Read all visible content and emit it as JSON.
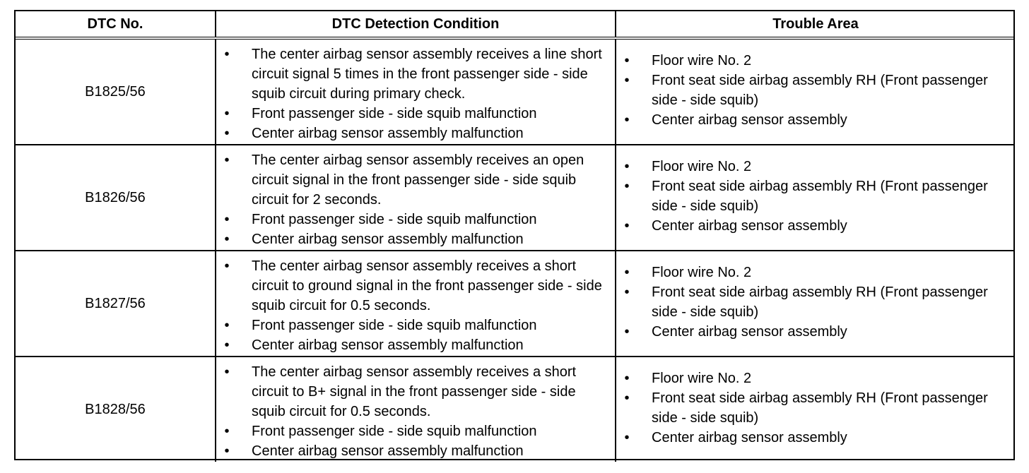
{
  "headers": {
    "dtc_no": "DTC No.",
    "condition": "DTC Detection Condition",
    "trouble_area": "Trouble Area"
  },
  "rows": [
    {
      "code": "B1825/56",
      "conditions": [
        "The center airbag sensor assembly receives a line short circuit signal 5 times in the front passenger side - side squib circuit during primary check.",
        "Front passenger side - side squib malfunction",
        "Center airbag sensor assembly malfunction"
      ],
      "areas": [
        "Floor wire No. 2",
        "Front seat side airbag assembly RH (Front passenger side - side squib)",
        "Center airbag sensor assembly"
      ]
    },
    {
      "code": "B1826/56",
      "conditions": [
        "The center airbag sensor assembly receives an open circuit signal in the front passenger side - side squib circuit for 2 seconds.",
        "Front passenger side - side squib malfunction",
        "Center airbag sensor assembly malfunction"
      ],
      "areas": [
        "Floor wire No. 2",
        "Front seat side airbag assembly RH (Front passenger side - side squib)",
        "Center airbag sensor assembly"
      ]
    },
    {
      "code": "B1827/56",
      "conditions": [
        "The center airbag sensor assembly receives a short circuit to ground signal in the front passenger side - side squib circuit for 0.5 seconds.",
        "Front passenger side - side squib malfunction",
        "Center airbag sensor assembly malfunction"
      ],
      "areas": [
        "Floor wire No. 2",
        "Front seat side airbag assembly RH (Front passenger side - side squib)",
        "Center airbag sensor assembly"
      ]
    },
    {
      "code": "B1828/56",
      "conditions": [
        "The center airbag sensor assembly receives a short circuit to B+ signal in the front passenger side - side squib circuit for 0.5 seconds.",
        "Front passenger side - side squib malfunction",
        "Center airbag sensor assembly malfunction"
      ],
      "areas": [
        "Floor wire No. 2",
        "Front seat side airbag assembly RH (Front passenger side - side squib)",
        "Center airbag sensor assembly"
      ]
    }
  ],
  "bullet": "•"
}
